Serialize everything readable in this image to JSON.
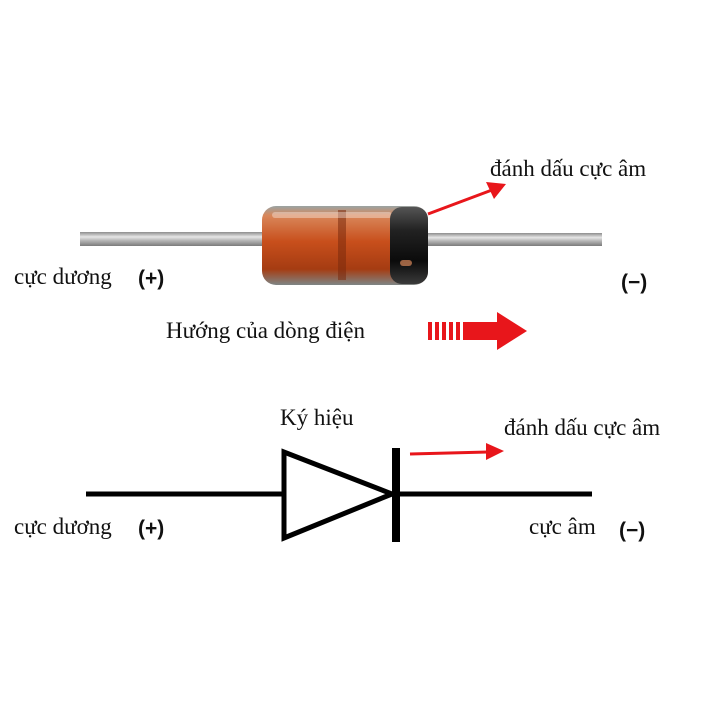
{
  "photo": {
    "cathode_mark_label": "đánh dấu cực âm",
    "anode_label": "cực dương",
    "anode_sign": "(+)",
    "cathode_sign": "(−)",
    "current_direction_label": "Hướng của dòng điện"
  },
  "symbol": {
    "title": "Ký hiệu",
    "cathode_mark_label": "đánh dấu cực âm",
    "anode_label": "cực dương",
    "anode_sign": "(+)",
    "cathode_label": "cực âm",
    "cathode_sign": "(−)"
  },
  "colors": {
    "arrow": "#e8161b",
    "body_orange": "#c8501e",
    "band": "#111111",
    "wire": "#b9b9b9",
    "line": "#000000"
  }
}
